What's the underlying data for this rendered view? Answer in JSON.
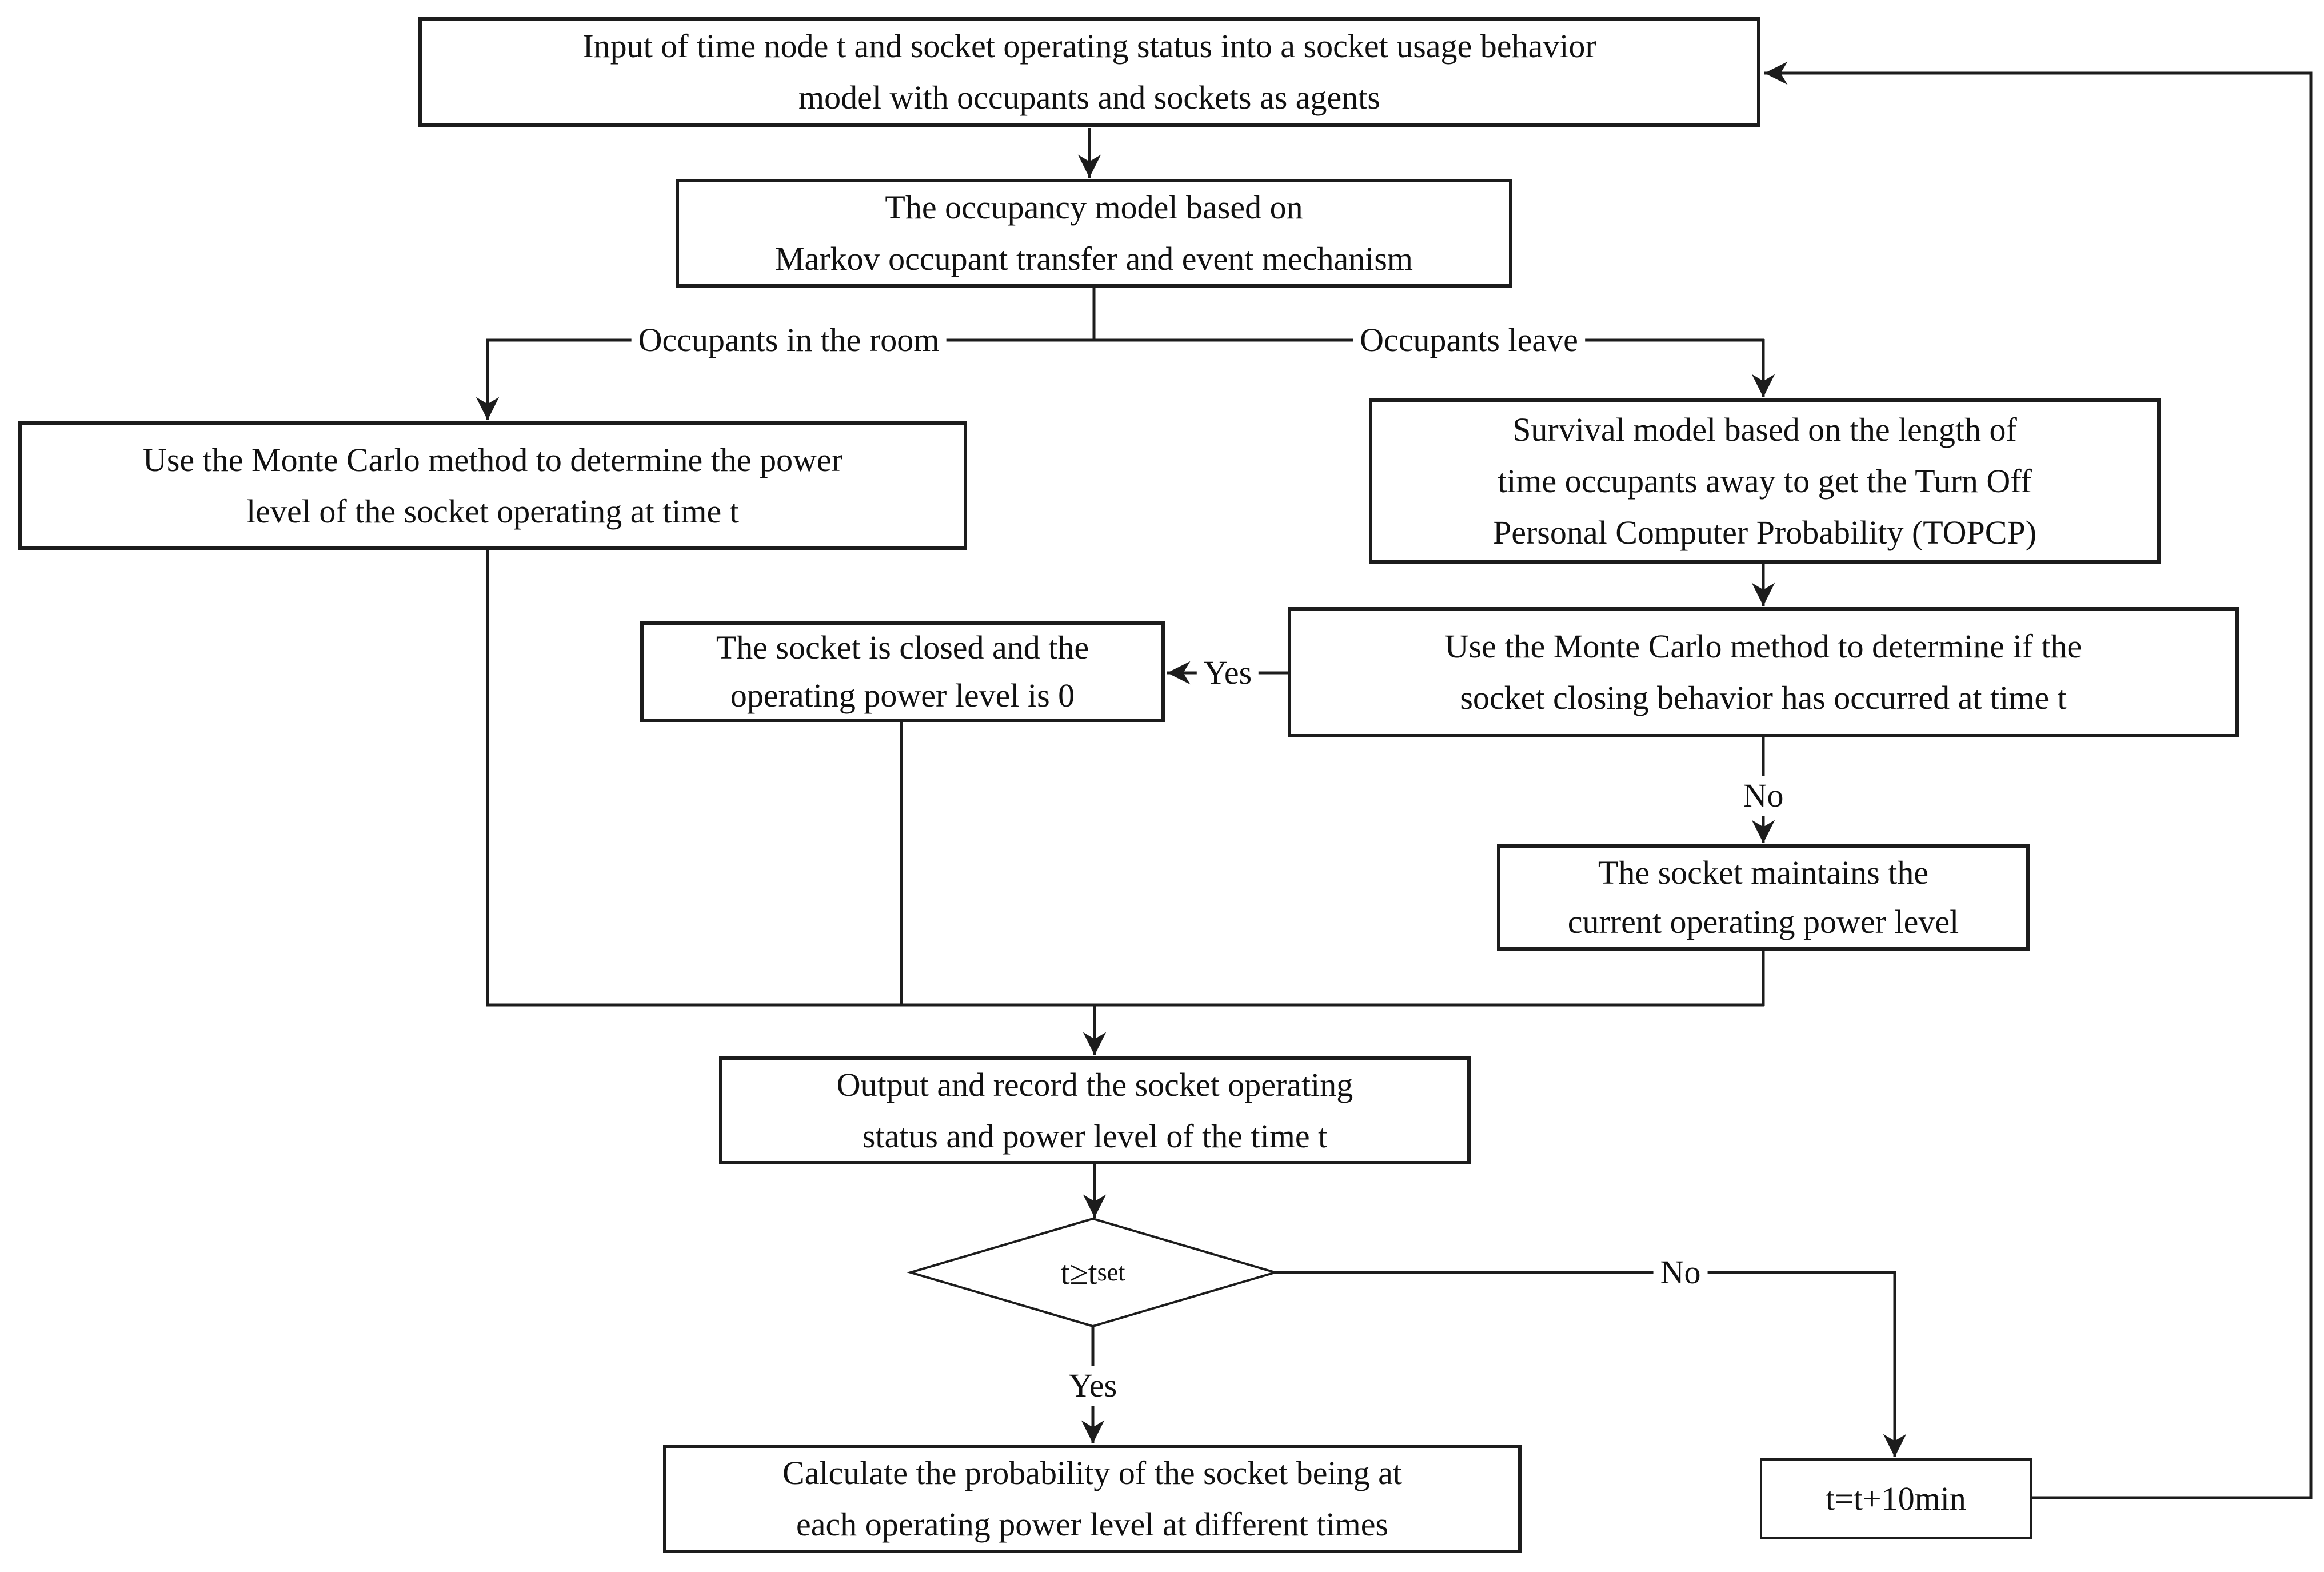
{
  "flowchart": {
    "nodes": {
      "input": {
        "lines": [
          "Input of time node t and socket operating status into a socket usage behavior",
          "model with occupants and sockets as agents"
        ]
      },
      "occupancy": {
        "lines": [
          "The occupancy model based on",
          "Markov occupant transfer and event mechanism"
        ]
      },
      "monte_carlo_power": {
        "lines": [
          "Use the Monte Carlo method to determine the power",
          "level of the socket operating at time t"
        ]
      },
      "survival": {
        "lines": [
          "Survival model based on the length of",
          "time occupants away to get the Turn Off",
          "Personal Computer Probability (TOPCP)"
        ]
      },
      "monte_carlo_close": {
        "lines": [
          "Use the Monte Carlo method to determine if the",
          "socket closing behavior has occurred at time t"
        ]
      },
      "socket_closed": {
        "lines": [
          "The socket is closed and the",
          "operating power level is 0"
        ]
      },
      "socket_maintain": {
        "lines": [
          "The socket maintains the",
          "current operating power level"
        ]
      },
      "output_record": {
        "lines": [
          "Output and record the socket operating",
          "status and power level of the time t"
        ]
      },
      "decision": {
        "expression": "t≥t",
        "subscript": "set"
      },
      "time_step": {
        "label": "t=t+10min"
      },
      "calculate": {
        "lines": [
          "Calculate the probability of the socket being at",
          "each operating power level at different times"
        ]
      }
    },
    "edge_labels": {
      "occupants_in_room": "Occupants in the room",
      "occupants_leave": "Occupants leave",
      "yes_to_closed": "Yes",
      "no_to_maintain": "No",
      "no_to_time_step": "No",
      "yes_to_calculate": "Yes"
    },
    "colors": {
      "line": "#1c1c1c",
      "text": "#111111",
      "background": "#ffffff"
    }
  }
}
